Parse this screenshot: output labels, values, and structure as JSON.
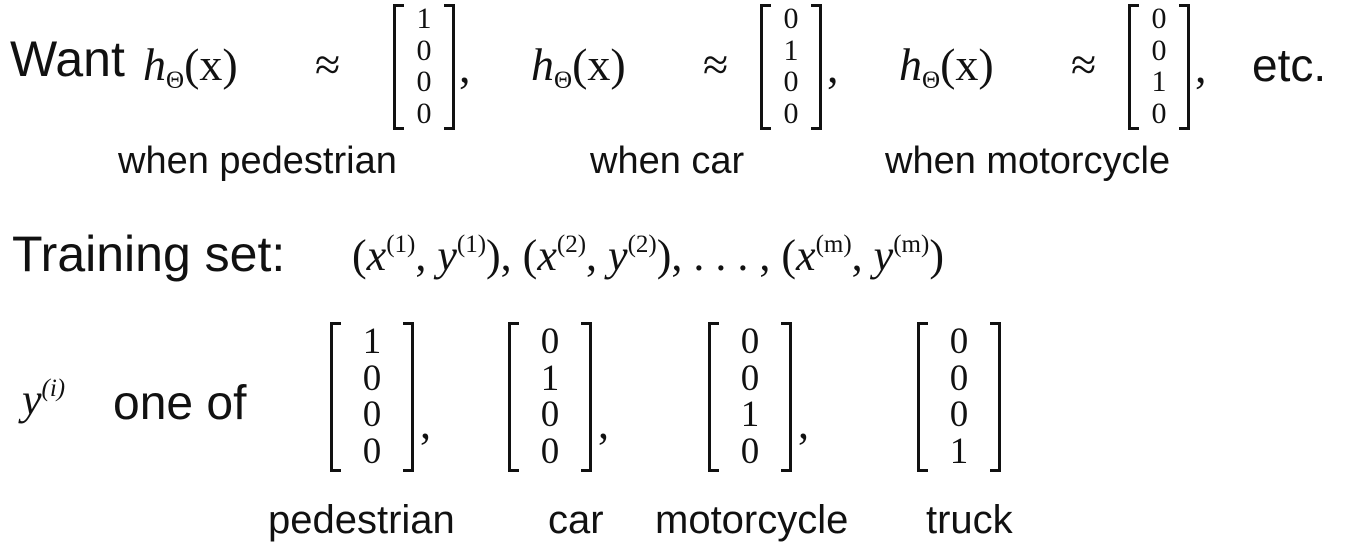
{
  "want": {
    "label": "Want",
    "h": "h",
    "theta": "Θ",
    "x": "(x)",
    "approx": "≈",
    "etc": "etc.",
    "vectors": [
      [
        "1",
        "0",
        "0",
        "0"
      ],
      [
        "0",
        "1",
        "0",
        "0"
      ],
      [
        "0",
        "0",
        "1",
        "0"
      ]
    ],
    "captions": [
      "when pedestrian",
      "when car",
      "when motorcycle"
    ]
  },
  "training": {
    "label": "Training set:",
    "open1": "(x",
    "sup1a": "(1)",
    "mid1": ", y",
    "sup1b": "(1)",
    "sep1": "), (x",
    "sup2a": "(2)",
    "mid2": ", y",
    "sup2b": "(2)",
    "sep2": "), . . . , (x",
    "supma": "(m)",
    "midm": ", y",
    "supmb": "(m)",
    "close": ")"
  },
  "oneof": {
    "y": "y",
    "sup": "(i)",
    "label": "one of",
    "vectors": [
      [
        "1",
        "0",
        "0",
        "0"
      ],
      [
        "0",
        "1",
        "0",
        "0"
      ],
      [
        "0",
        "0",
        "1",
        "0"
      ],
      [
        "0",
        "0",
        "0",
        "1"
      ]
    ],
    "labels": [
      "pedestrian",
      "car",
      "motorcycle",
      "truck"
    ]
  }
}
